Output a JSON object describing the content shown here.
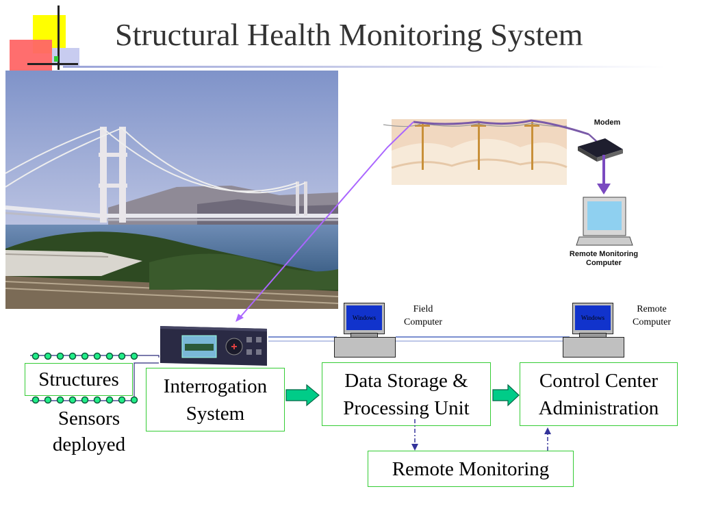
{
  "slide": {
    "title": "Structural Health Monitoring System"
  },
  "network_inset": {
    "modem_label": "Modem",
    "computer_label": "Remote Monitoring Computer"
  },
  "computers": {
    "field": {
      "screen_text": "Windows",
      "caption": "Field Computer"
    },
    "remote": {
      "screen_text": "Windows",
      "caption": "Remote Computer"
    }
  },
  "diagram": {
    "structures": "Structures",
    "sensors_deployed": "Sensors deployed",
    "interrogation": "Interrogation System",
    "data_storage": "Data Storage & Processing Unit",
    "control_center": "Control Center Administration",
    "remote_monitoring": "Remote Monitoring"
  },
  "colors": {
    "box_border": "#33cc33",
    "arrow_fill": "#00cc88",
    "link_line": "#aa66ff",
    "cable": "#7a5aa8"
  }
}
